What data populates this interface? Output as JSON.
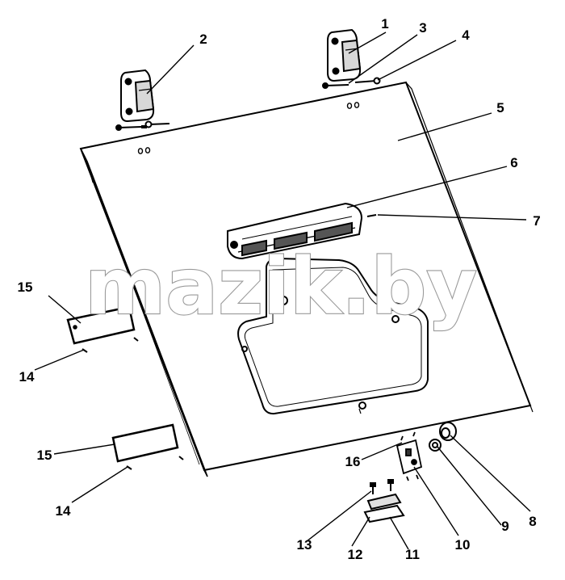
{
  "diagram": {
    "callouts": [
      "1",
      "2",
      "3",
      "4",
      "5",
      "6",
      "7",
      "8",
      "9",
      "10",
      "11",
      "12",
      "13",
      "14",
      "15",
      "16"
    ],
    "duplicate_callouts": [
      "14",
      "15"
    ],
    "watermark": "mazik.by"
  }
}
